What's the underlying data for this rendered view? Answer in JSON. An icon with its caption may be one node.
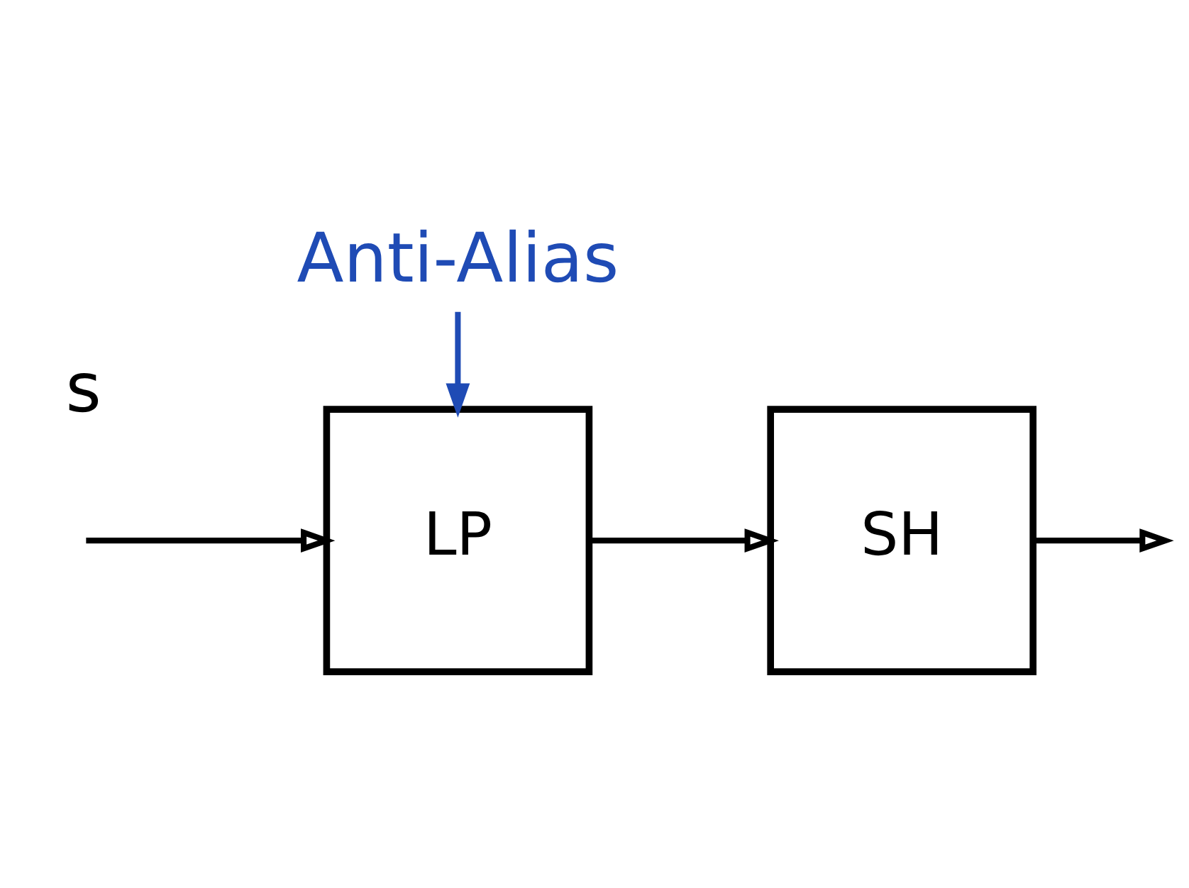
{
  "diagram": {
    "nodes": [
      {
        "text": [
          "Anti-Alias"
        ]
      },
      {
        "text": [
          "LP"
        ]
      },
      {
        "text": [
          "SH"
        ]
      }
    ],
    "edges": [
      {
        "from": 0,
        "to": 1,
        "arrow": "to",
        "color": "#1f4bb5"
      },
      {
        "from": null,
        "to": 1,
        "arrow": "to"
      },
      {
        "from": 1,
        "to": 2,
        "arrow": "to"
      },
      {
        "from": 2,
        "to": null,
        "arrow": "to"
      }
    ],
    "labels": [
      "s"
    ]
  }
}
